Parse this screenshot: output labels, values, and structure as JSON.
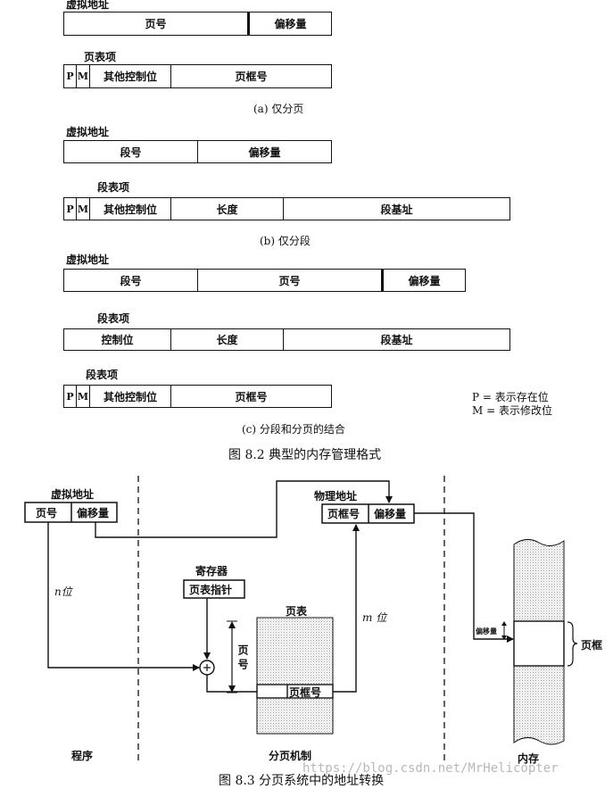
{
  "a": {
    "va_label": "虚拟地址",
    "va_fields": [
      "页号",
      "偏移量"
    ],
    "pte_label": "页表项",
    "pte_fields": [
      "P",
      "M",
      "其他控制位",
      "页框号"
    ],
    "caption": "(a) 仅分页"
  },
  "b": {
    "va_label": "虚拟地址",
    "va_fields": [
      "段号",
      "偏移量"
    ],
    "ste_label": "段表项",
    "ste_fields": [
      "P",
      "M",
      "其他控制位",
      "长度",
      "段基址"
    ],
    "caption": "(b) 仅分段"
  },
  "c": {
    "va_label": "虚拟地址",
    "va_fields": [
      "段号",
      "页号",
      "偏移量"
    ],
    "ste_label": "段表项",
    "ste_fields": [
      "控制位",
      "长度",
      "段基址"
    ],
    "pte_label": "段表项",
    "pte_fields": [
      "P",
      "M",
      "其他控制位",
      "页框号"
    ],
    "legend_p": "P = 表示存在位",
    "legend_m": "M = 表示修改位",
    "caption": "(c) 分段和分页的结合"
  },
  "fig82_caption": "图 8.2    典型的内存管理格式",
  "fig83": {
    "va_label": "虚拟地址",
    "va_fields": [
      "页号",
      "偏移量"
    ],
    "pa_label": "物理地址",
    "pa_fields": [
      "页框号",
      "偏移量"
    ],
    "n_bits": "n位",
    "register_label": "寄存器",
    "register_value": "页表指针",
    "page_table_label": "页表",
    "page_number_side": "页号",
    "pte_frame": "页框号",
    "m_bits": "m 位",
    "offset_small": "偏移量",
    "frame_label": "页框",
    "memory_label": "内存",
    "section_program": "程序",
    "section_paging": "分页机制",
    "caption": "图 8.3    分页系统中的地址转换",
    "watermark": "https://blog.csdn.net/MrHelicopter"
  }
}
